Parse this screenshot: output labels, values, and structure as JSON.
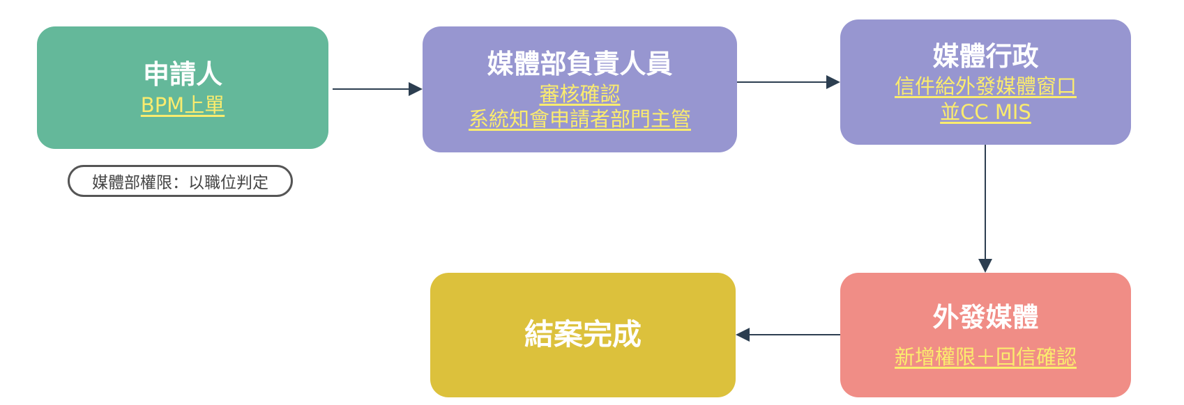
{
  "nodes": {
    "applicant": {
      "title": "申請人",
      "lines": [
        "BPM上單"
      ],
      "color": "#64b89a"
    },
    "media_dept": {
      "title": "媒體部負責人員",
      "lines": [
        "審核確認",
        "系統知會申請者部門主管"
      ],
      "color": "#9796d0"
    },
    "media_admin": {
      "title": "媒體行政",
      "lines": [
        "信件給外發媒體窗口",
        "並CC MIS"
      ],
      "color": "#9796d0"
    },
    "external_media": {
      "title": "外發媒體",
      "lines": [
        "新增權限＋回信確認"
      ],
      "color": "#f08d86"
    },
    "complete": {
      "title": "結案完成",
      "color": "#dcc13c"
    }
  },
  "note": "媒體部權限：以職位判定"
}
